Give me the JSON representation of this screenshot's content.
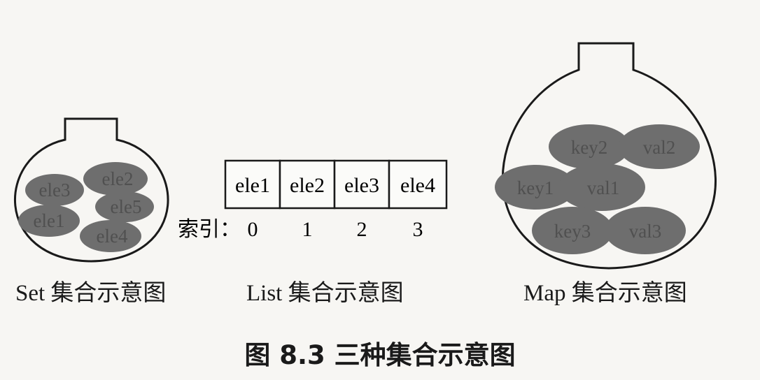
{
  "set": {
    "caption": "Set 集合示意图",
    "elements": [
      "ele3",
      "ele2",
      "ele5",
      "ele1",
      "ele4"
    ]
  },
  "list": {
    "caption": "List 集合示意图",
    "cells": [
      "ele1",
      "ele2",
      "ele3",
      "ele4"
    ],
    "index_label": "索引：",
    "indices": [
      "0",
      "1",
      "2",
      "3"
    ]
  },
  "map": {
    "caption": "Map 集合示意图",
    "entries": [
      {
        "key": "key2",
        "value": "val2"
      },
      {
        "key": "key1",
        "value": "val1"
      },
      {
        "key": "key3",
        "value": "val3"
      }
    ]
  },
  "figure_caption": "图 8.3    三种集合示意图",
  "colors": {
    "background": "#f7f6f3",
    "stroke": "#1a1a1a",
    "blob": "#6e6e6e",
    "blob_text": "#505050"
  }
}
